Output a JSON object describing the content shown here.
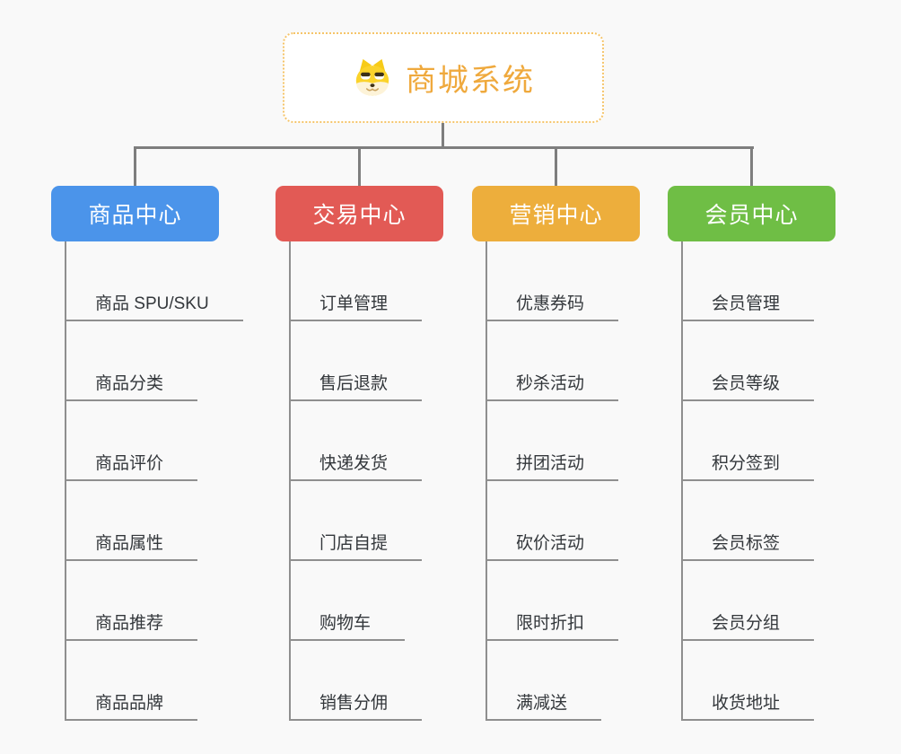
{
  "page": {
    "background": "#F9F9F9",
    "connector_color": "#7E7E7E",
    "underline_color": "#8F8F8F"
  },
  "root": {
    "title": "商城系统",
    "icon": "dog-face-icon",
    "text_color": "#EFA93D",
    "border_color": "#F5C469"
  },
  "branches": [
    {
      "label": "商品中心",
      "color": "#4B94EA",
      "items": [
        "商品 SPU/SKU",
        "商品分类",
        "商品评价",
        "商品属性",
        "商品推荐",
        "商品品牌"
      ]
    },
    {
      "label": "交易中心",
      "color": "#E25A55",
      "items": [
        "订单管理",
        "售后退款",
        "快递发货",
        "门店自提",
        "购物车",
        "销售分佣"
      ]
    },
    {
      "label": "营销中心",
      "color": "#EDAE3C",
      "items": [
        "优惠券码",
        "秒杀活动",
        "拼团活动",
        "砍价活动",
        "限时折扣",
        "满减送"
      ]
    },
    {
      "label": "会员中心",
      "color": "#6FBE45",
      "items": [
        "会员管理",
        "会员等级",
        "积分签到",
        "会员标签",
        "会员分组",
        "收货地址"
      ]
    }
  ]
}
